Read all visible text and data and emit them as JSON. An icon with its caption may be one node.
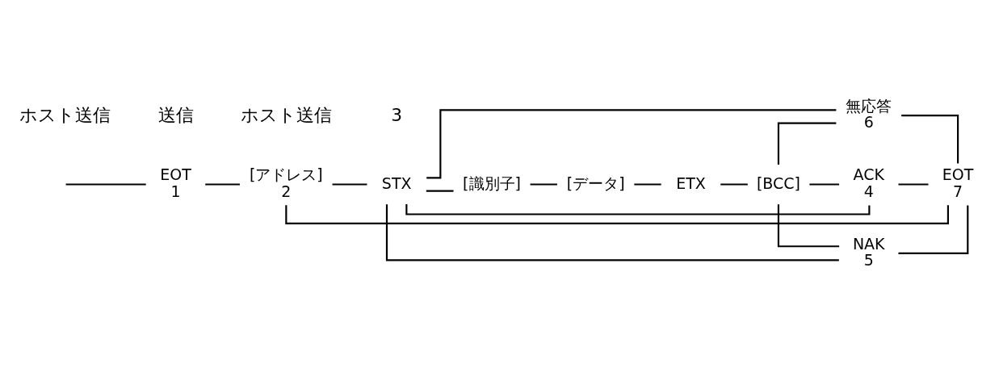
{
  "diagram": {
    "nodes": [
      {
        "text": [
          "EOT"
        ],
        "beside": [
          "1"
        ]
      },
      {
        "text": [
          "[アドレス]"
        ],
        "beside": [
          "2"
        ]
      },
      {
        "text": [
          "STX"
        ]
      },
      {
        "text": [
          "[識別子]"
        ]
      },
      {
        "text": [
          "[データ]"
        ]
      },
      {
        "text": [
          "ETX"
        ]
      },
      {
        "text": [
          "[BCC]"
        ]
      },
      {
        "text": [
          "無応答"
        ],
        "beside": [
          "6"
        ]
      },
      {
        "text": [
          "ACK"
        ],
        "beside": [
          "4"
        ]
      },
      {
        "text": [
          "NAK"
        ],
        "beside": [
          "5"
        ]
      },
      {
        "text": [
          "EOT"
        ],
        "beside": [
          "7"
        ]
      }
    ],
    "edges": [
      {
        "from": null,
        "to": 0,
        "arrow": "none"
      },
      {
        "from": 0,
        "to": 1,
        "arrow": "none"
      },
      {
        "from": 1,
        "to": 2,
        "arrow": "none"
      },
      {
        "from": 2,
        "to": 3,
        "arrow": "none"
      },
      {
        "from": 3,
        "to": 4,
        "arrow": "none"
      },
      {
        "from": 4,
        "to": 5,
        "arrow": "none"
      },
      {
        "from": 5,
        "to": 6,
        "arrow": "none"
      },
      {
        "from": 6,
        "to": 7,
        "arrow": "none"
      },
      {
        "from": 6,
        "to": 8,
        "arrow": "none"
      },
      {
        "from": 6,
        "to": 9,
        "arrow": "none"
      },
      {
        "from": 7,
        "to": 10,
        "arrow": "none"
      },
      {
        "from": 8,
        "to": 10,
        "arrow": "none"
      },
      {
        "from": 9,
        "to": 10,
        "arrow": "none"
      },
      {
        "from": 7,
        "to": 2,
        "arrow": "none"
      },
      {
        "from": 8,
        "to": 2,
        "arrow": "none"
      },
      {
        "from": 9,
        "to": 2,
        "arrow": "none"
      },
      {
        "from": 10,
        "to": 1,
        "arrow": "none"
      }
    ],
    "labels": [
      "ホスト送信",
      "送信",
      "ホスト送信",
      "3"
    ]
  }
}
